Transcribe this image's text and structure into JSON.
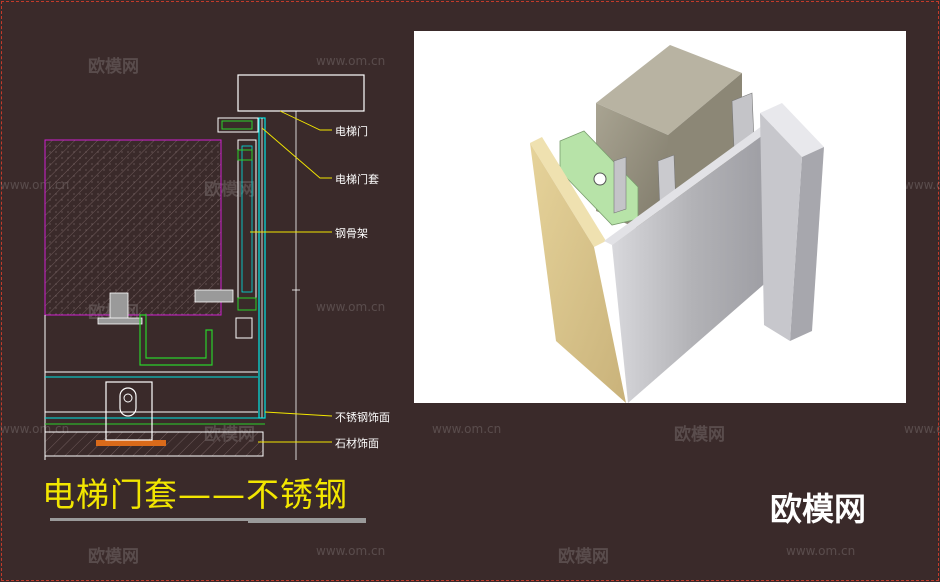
{
  "title": "电梯门套——不锈钢",
  "callouts": [
    "电梯门",
    "电梯门套",
    "钢骨架",
    "不锈钢饰面",
    "石材饰面"
  ],
  "brand": "欧模网",
  "watermark": {
    "cn": "欧模网",
    "url": "www.om.cn"
  },
  "colors": {
    "background": "#3a2a2a",
    "border_dash": "#c23a2a",
    "cad_line": "#ffffff",
    "cad_accent": "#00e5e5",
    "cad_green": "#2bd12b",
    "cad_magenta": "#d020d0",
    "cad_yellow": "#f2e600",
    "cad_hatch": "#8a8a8a",
    "stainless": "#b8b8bc",
    "stone": "#d9c58a",
    "concrete": "#8f8a78",
    "insulation": "#b7e3a8"
  }
}
